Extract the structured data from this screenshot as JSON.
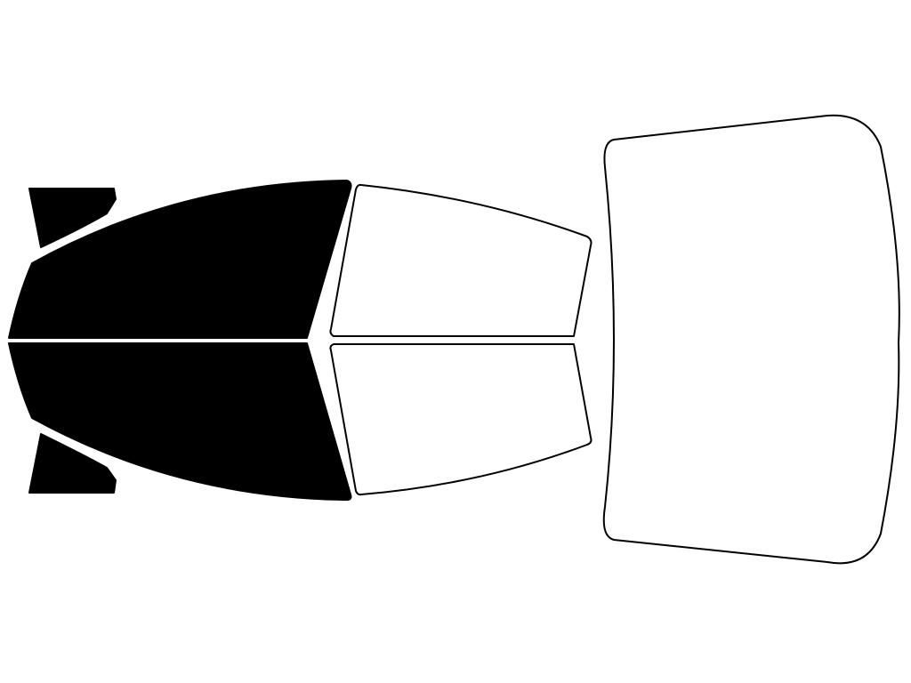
{
  "diagram": {
    "colors": {
      "tinted": "#000000",
      "clear": "#ffffff",
      "outline": "#000000"
    },
    "panes": [
      {
        "id": "front-vent-window-top",
        "tinted": true
      },
      {
        "id": "front-vent-window-bottom",
        "tinted": true
      },
      {
        "id": "front-door-window-top",
        "tinted": true
      },
      {
        "id": "front-door-window-bottom",
        "tinted": true
      },
      {
        "id": "rear-door-window-top",
        "tinted": false
      },
      {
        "id": "rear-door-window-bottom",
        "tinted": false
      },
      {
        "id": "rear-windshield",
        "tinted": false
      }
    ]
  }
}
